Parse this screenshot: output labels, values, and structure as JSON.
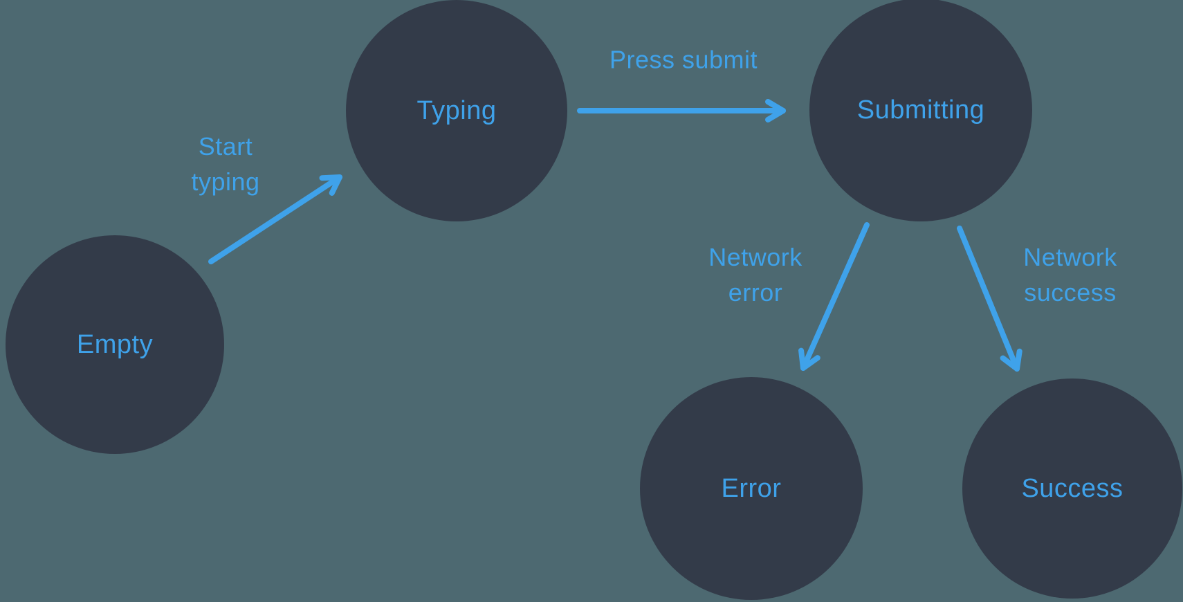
{
  "diagram": {
    "type": "state-machine",
    "colors": {
      "background": "#4D6971",
      "node_fill": "#333B49",
      "accent_blue": "#3FA2EA"
    },
    "nodes": [
      {
        "id": "empty",
        "label": "Empty"
      },
      {
        "id": "typing",
        "label": "Typing"
      },
      {
        "id": "submitting",
        "label": "Submitting"
      },
      {
        "id": "error",
        "label": "Error"
      },
      {
        "id": "success",
        "label": "Success"
      }
    ],
    "edges": [
      {
        "from": "empty",
        "to": "typing",
        "label": "Start typing"
      },
      {
        "from": "typing",
        "to": "submitting",
        "label": "Press submit"
      },
      {
        "from": "submitting",
        "to": "error",
        "label": "Network error"
      },
      {
        "from": "submitting",
        "to": "success",
        "label": "Network success"
      }
    ]
  }
}
